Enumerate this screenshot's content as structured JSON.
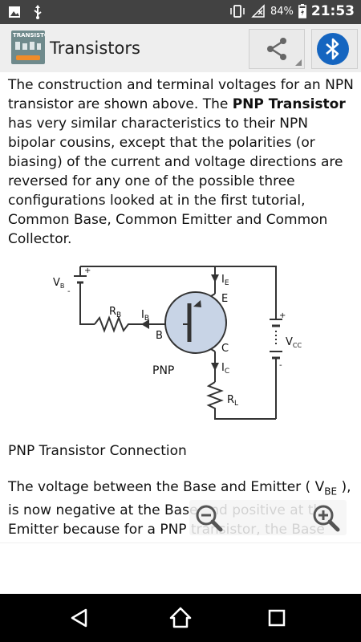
{
  "status_bar": {
    "battery_percent": "84%",
    "time": "21:53",
    "icons": [
      "image-icon",
      "usb-icon",
      "vibrate-icon",
      "no-signal-icon",
      "battery-charging-icon"
    ]
  },
  "app_bar": {
    "title": "Transistors",
    "app_icon_label": "TRANSISTORS",
    "share_icon": "share-icon",
    "bluetooth_icon": "bluetooth-icon"
  },
  "content": {
    "paragraph1": {
      "part1": "The construction and terminal voltages for an NPN transistor are shown above. The ",
      "bold": "PNP Transistor",
      "part2": " has very similar characteristics to their NPN bipolar cousins, except that the polarities (or biasing) of the current and voltage directions are reversed for any one of the possible three configurations looked at in the first tutorial, Common Base, Common Emitter and Common Collector."
    },
    "diagram": {
      "vb_label": "V",
      "vb_sub": "B",
      "rb_label": "R",
      "rb_sub": "B",
      "ib_label": "I",
      "ib_sub": "B",
      "b_label": "B",
      "ie_label": "I",
      "ie_sub": "E",
      "e_label": "E",
      "c_label": "C",
      "ic_label": "I",
      "ic_sub": "C",
      "pnp_label": "PNP",
      "vcc_label": "V",
      "vcc_sub": "CC",
      "rl_label": "R",
      "rl_sub": "L",
      "plus": "+",
      "minus": "-"
    },
    "caption": "PNP Transistor Connection",
    "paragraph2": {
      "part1": "The voltage between the Base and Emitter ( V",
      "sub": "BE",
      "part2": " ), is now negative at the Base and positive at the Emitter because for a PNP transistor, the Base terminal is always biased negative with"
    }
  },
  "zoom": {
    "zoom_out_icon": "zoom-out-icon",
    "zoom_in_icon": "zoom-in-icon"
  },
  "nav_bar": {
    "back_icon": "back-icon",
    "home_icon": "home-icon",
    "recents_icon": "recents-icon"
  }
}
